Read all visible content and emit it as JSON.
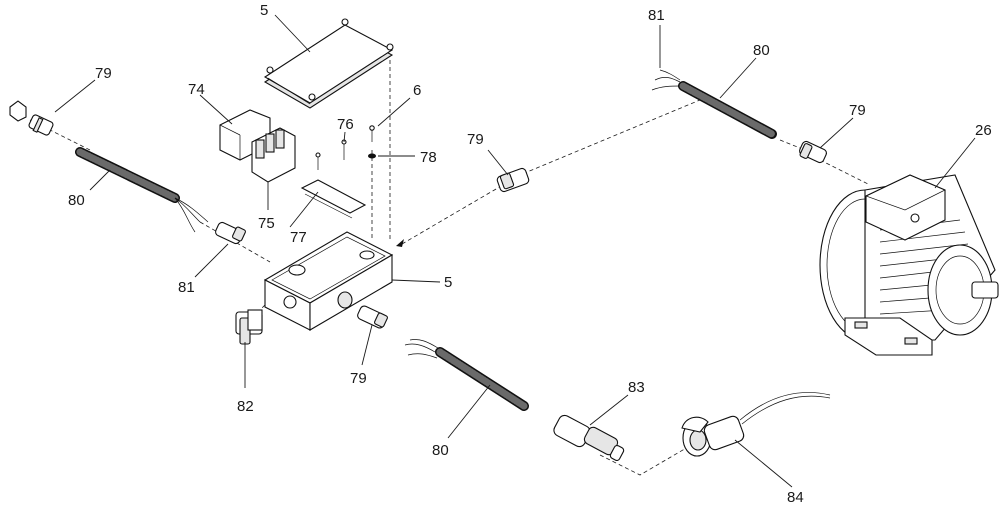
{
  "callouts": {
    "c5_top": "5",
    "c79_left": "79",
    "c74": "74",
    "c6": "6",
    "c76": "76",
    "c78": "78",
    "c80_left": "80",
    "c75": "75",
    "c77": "77",
    "c81_left": "81",
    "c5_box": "5",
    "c82": "82",
    "c79_mid": "79",
    "c81_top": "81",
    "c80_top": "80",
    "c79_right": "79",
    "c79_motor": "79",
    "c26": "26",
    "c80_bottom": "80",
    "c83": "83",
    "c84": "84"
  },
  "icons": {
    "motor": "electric-motor-icon",
    "junction_box": "junction-box-icon",
    "lid": "cover-plate-icon",
    "plug": "plug-icon",
    "socket": "socket-icon",
    "switch": "rotary-switch-icon"
  }
}
